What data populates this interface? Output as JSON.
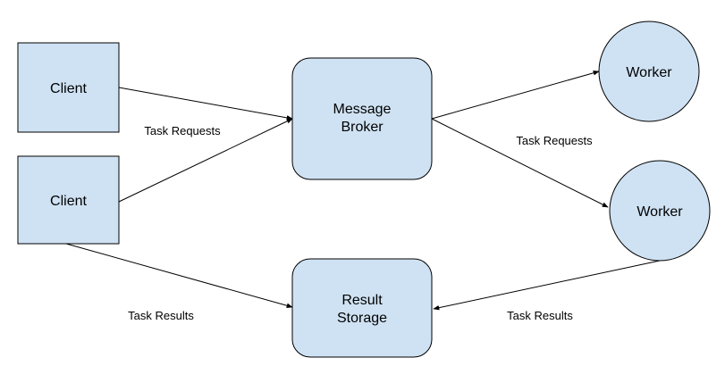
{
  "nodes": {
    "client_top": {
      "label": "Client"
    },
    "client_bottom": {
      "label": "Client"
    },
    "broker": {
      "line1": "Message",
      "line2": "Broker"
    },
    "storage": {
      "line1": "Result",
      "line2": "Storage"
    },
    "worker_top": {
      "label": "Worker"
    },
    "worker_bottom": {
      "label": "Worker"
    }
  },
  "edge_labels": {
    "client_requests": "Task Requests",
    "worker_requests": "Task Requests",
    "client_results": "Task Results",
    "worker_results": "Task Results"
  },
  "colors": {
    "node_fill": "#cfe2f3",
    "stroke": "#000000"
  }
}
